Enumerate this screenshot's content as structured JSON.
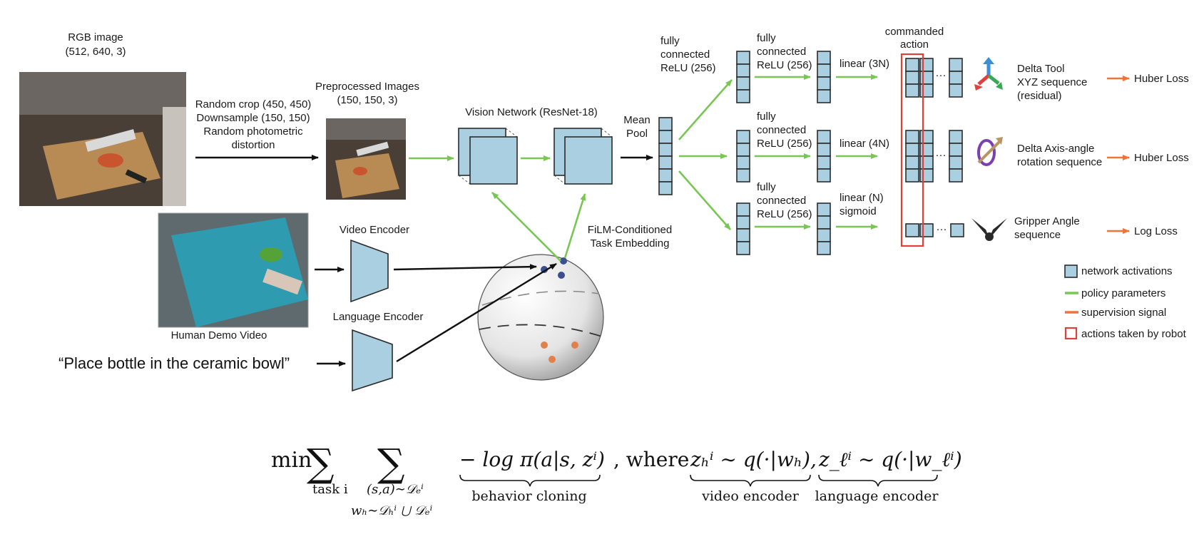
{
  "inputs": {
    "rgb_title": "RGB image",
    "rgb_shape": "(512, 640, 3)",
    "preprocess_steps": [
      "Random crop (450, 450)",
      "Downsample (150, 150)",
      "Random photometric",
      "distortion"
    ],
    "preprocessed_title": "Preprocessed Images",
    "preprocessed_shape": "(150, 150, 3)",
    "human_demo_caption": "Human Demo Video",
    "instruction": "“Place bottle in the ceramic bowl”"
  },
  "encoders": {
    "video": "Video Encoder",
    "language": "Language Encoder",
    "task_embedding": [
      "FiLM-Conditioned",
      "Task Embedding"
    ]
  },
  "vision": {
    "network": "Vision Network (ResNet-18)",
    "pool": [
      "Mean",
      "Pool"
    ]
  },
  "heads": {
    "fc_top": [
      "fully",
      "connected",
      "ReLU (256)"
    ],
    "fc_mid": [
      "fully",
      "connected",
      "ReLU (256)"
    ],
    "fc_bot": [
      "fully",
      "connected",
      "ReLU (256)"
    ],
    "fc2_top": [
      "fully",
      "connected",
      "ReLU (256)"
    ],
    "linear_top": "linear (3N)",
    "linear_mid": "linear (4N)",
    "linear_bot": [
      "linear (N)",
      "sigmoid"
    ],
    "commanded_action": [
      "commanded",
      "action"
    ],
    "ellipsis": "···"
  },
  "outputs": [
    {
      "name": [
        "Delta Tool",
        "XYZ sequence",
        "(residual)"
      ],
      "loss": "Huber Loss",
      "icon": "xyz-axes-icon"
    },
    {
      "name": [
        "Delta Axis-angle",
        "rotation sequence"
      ],
      "loss": "Huber Loss",
      "icon": "axis-angle-rotation-icon"
    },
    {
      "name": [
        "Gripper Angle",
        "sequence"
      ],
      "loss": "Log Loss",
      "icon": "gripper-icon"
    }
  ],
  "legend": [
    {
      "label": "network activations",
      "marker": "square",
      "color": "#a9cfe0"
    },
    {
      "label": "policy parameters",
      "marker": "line",
      "color": "#7ac655"
    },
    {
      "label": "supervision signal",
      "marker": "line",
      "color": "#f0743a"
    },
    {
      "label": "actions taken by robot",
      "marker": "outline-square",
      "color": "#e0403a"
    }
  ],
  "equation": {
    "min": "min",
    "sub1": "task i",
    "sub2a": "(s,a)∼𝒟ₑⁱ",
    "sub2b": "wₕ∼𝒟ₕⁱ ⋃ 𝒟ₑⁱ",
    "term1": "− log π(a|s, zⁱ)",
    "where": ", where",
    "term2": "zₕⁱ ∼ q(·|wₕ),",
    "term3": "z_ℓⁱ ∼ q(·|w_ℓⁱ)",
    "under1": "behavior cloning",
    "under2": "video encoder",
    "under3": "language encoder"
  }
}
